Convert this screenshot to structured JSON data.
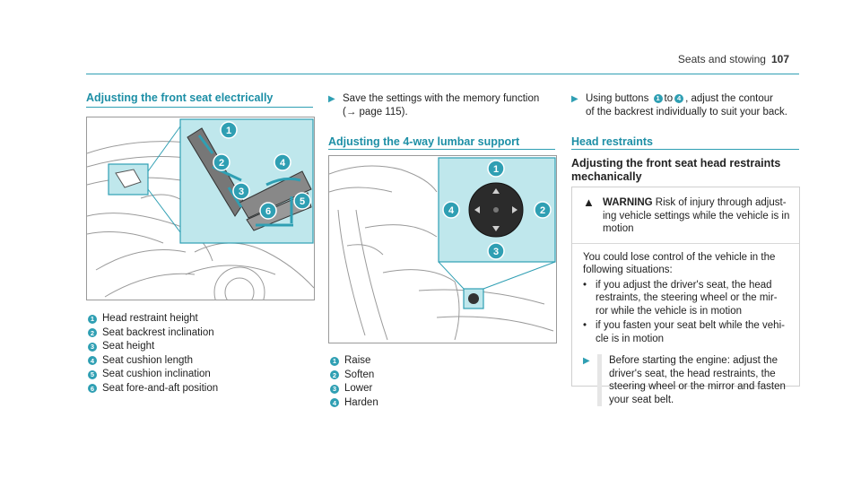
{
  "header": {
    "section": "Seats and stowing",
    "page": "107"
  },
  "col1": {
    "title": "Adjusting the front seat electrically",
    "callouts": [
      "1",
      "2",
      "3",
      "4",
      "5",
      "6"
    ],
    "legend": [
      {
        "n": "1",
        "text": "Head restraint height"
      },
      {
        "n": "2",
        "text": "Seat backrest inclination"
      },
      {
        "n": "3",
        "text": "Seat height"
      },
      {
        "n": "4",
        "text": "Seat cushion length"
      },
      {
        "n": "5",
        "text": "Seat cushion inclination"
      },
      {
        "n": "6",
        "text": "Seat fore-and-aft position"
      }
    ]
  },
  "col2": {
    "step_line1": "Save the settings with the memory function",
    "step_line2": "(→ page 115).",
    "title": "Adjusting the 4-way lumbar support",
    "callouts": [
      "1",
      "2",
      "3",
      "4"
    ],
    "legend": [
      {
        "n": "1",
        "text": "Raise"
      },
      {
        "n": "2",
        "text": "Soften"
      },
      {
        "n": "3",
        "text": "Lower"
      },
      {
        "n": "4",
        "text": "Harden"
      }
    ]
  },
  "col3": {
    "step": {
      "a": "Using buttons",
      "n1": "1",
      "b": "to",
      "n2": "4",
      "c": ", adjust the contour",
      "line2": "of the backrest individually to suit your back."
    },
    "title": "Head restraints",
    "subtitle_line1": "Adjusting the front seat head restraints",
    "subtitle_line2": "mechanically",
    "warning": {
      "label": "WARNING",
      "line1": "Risk of injury through adjust-",
      "line2": "ing vehicle settings while the vehicle is in",
      "line3": "motion",
      "body1": "You could lose control of the vehicle in the",
      "body2": "following situations:",
      "b1_l1": "if you adjust the driver's seat, the head",
      "b1_l2": "restraints, the steering wheel or the mir-",
      "b1_l3": "ror while the vehicle is in motion",
      "b2_l1": "if you fasten your seat belt while the vehi-",
      "b2_l2": "cle is in motion",
      "step_l1": "Before starting the engine: adjust the",
      "step_l2": "driver's seat, the head restraints, the",
      "step_l3": "steering wheel or the mirror and fasten",
      "step_l4": "your seat belt."
    }
  },
  "colors": {
    "accent": "#2f9fb3",
    "panel": "#bfe7ec",
    "border": "#9a9a9a"
  },
  "icons": [
    "seat-control-illustration",
    "lumbar-control-illustration",
    "warning-triangle-icon",
    "step-arrow-icon"
  ]
}
